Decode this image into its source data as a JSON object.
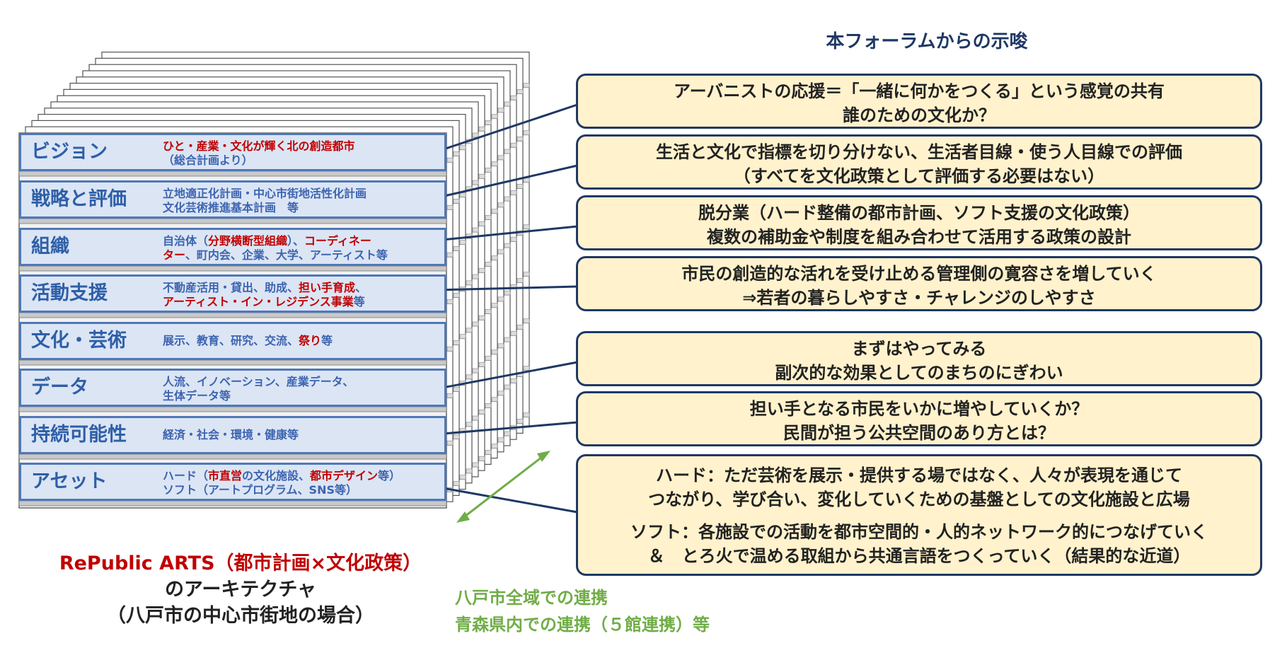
{
  "forum_title": "本フォーラムからの示唆",
  "layers": [
    {
      "title": "ビジョン",
      "desc": [
        [
          {
            "t": "ひと・産業・文化が輝く北の創造都市",
            "red": true
          }
        ],
        [
          {
            "t": "（総合計画より）",
            "red": false
          }
        ]
      ]
    },
    {
      "title": "戦略と評価",
      "desc": [
        [
          {
            "t": "立地適正化計画・中心市街地活性化計画",
            "red": false
          }
        ],
        [
          {
            "t": "文化芸術推進基本計画　等",
            "red": false
          }
        ]
      ]
    },
    {
      "title": "組織",
      "desc": [
        [
          {
            "t": "自治体（",
            "red": false
          },
          {
            "t": "分野横断型組織",
            "red": true
          },
          {
            "t": "）、",
            "red": false
          },
          {
            "t": "コーディネー",
            "red": true
          }
        ],
        [
          {
            "t": "ター",
            "red": true
          },
          {
            "t": "、町内会、企業、大学、アーティスト等",
            "red": false
          }
        ]
      ]
    },
    {
      "title": "活動支援",
      "desc": [
        [
          {
            "t": "不動産活用・貸出、助成、",
            "red": false
          },
          {
            "t": "担い手育成",
            "red": true
          },
          {
            "t": "、",
            "red": false
          }
        ],
        [
          {
            "t": "アーティスト・イン・レジデンス事業",
            "red": true
          },
          {
            "t": "等",
            "red": false
          }
        ]
      ]
    },
    {
      "title": "文化・芸術",
      "desc": [
        [
          {
            "t": "展示、教育、研究、交流、",
            "red": false
          },
          {
            "t": "祭り",
            "red": true
          },
          {
            "t": "等",
            "red": false
          }
        ]
      ]
    },
    {
      "title": "データ",
      "desc": [
        [
          {
            "t": "人流、イノベーション、産業データ、",
            "red": false
          }
        ],
        [
          {
            "t": "生体データ等",
            "red": false
          }
        ]
      ]
    },
    {
      "title": "持続可能性",
      "desc": [
        [
          {
            "t": "経済・社会・環境・健康等",
            "red": false
          }
        ]
      ]
    },
    {
      "title": "アセット",
      "desc": [
        [
          {
            "t": "ハード（",
            "red": false
          },
          {
            "t": "市直営",
            "red": true
          },
          {
            "t": "の文化施設、",
            "red": false
          },
          {
            "t": "都市デザイン",
            "red": true
          },
          {
            "t": "等）",
            "red": false
          }
        ],
        [
          {
            "t": "ソフト（アートプログラム、SNS等）",
            "red": false
          }
        ]
      ]
    }
  ],
  "bubbles": [
    {
      "lines": [
        "アーバニストの応援＝「一緒に何かをつくる」という感覚の共有",
        "誰のための文化か？"
      ]
    },
    {
      "lines": [
        "生活と文化で指標を切り分けない、生活者目線・使う人目線での評価",
        "（すべてを文化政策として評価する必要はない）"
      ]
    },
    {
      "lines": [
        "脱分業（ハード整備の都市計画、ソフト支援の文化政策）",
        "複数の補助金や制度を組み合わせて活用する政策の設計"
      ]
    },
    {
      "lines": [
        "市民の創造的な活れを受け止める管理側の寛容さを増していく",
        "⇒若者の暮らしやすさ・チャレンジのしやすさ"
      ]
    },
    {
      "lines": [
        "まずはやってみる",
        "副次的な効果としてのまちのにぎわい"
      ]
    },
    {
      "lines": [
        "担い手となる市民をいかに増やしていくか？",
        "民間が担う公共空間のあり方とは？"
      ]
    },
    {
      "lines": [
        "ハード：ただ芸術を展示・提供する場ではなく、人々が表現を通じて",
        "つながり、学び合い、変化していくための基盤としての文化施設と広場",
        "ソフト：各施設での活動を都市空間的・人的ネットワーク的につなげていく",
        "＆　とろ火で温める取組から共通言語をつくっていく（結果的な近道）"
      ]
    }
  ],
  "caption": {
    "line1": "RePublic ARTS（都市計画×文化政策）",
    "line2": "のアーキテクチャ",
    "line3": "（八戸市の中心市街地の場合）"
  },
  "cooperation": {
    "line1": "八戸市全域での連携",
    "line2": "青森県内での連携（５館連携）等"
  },
  "colors": {
    "layer_fill": "#dbe5f4",
    "layer_border": "#4f78b8",
    "layer_title": "#2e5fa8",
    "highlight_red": "#c00000",
    "bubble_fill": "#fff2cc",
    "bubble_border": "#1f3864",
    "cooperation_green": "#70ad47"
  }
}
